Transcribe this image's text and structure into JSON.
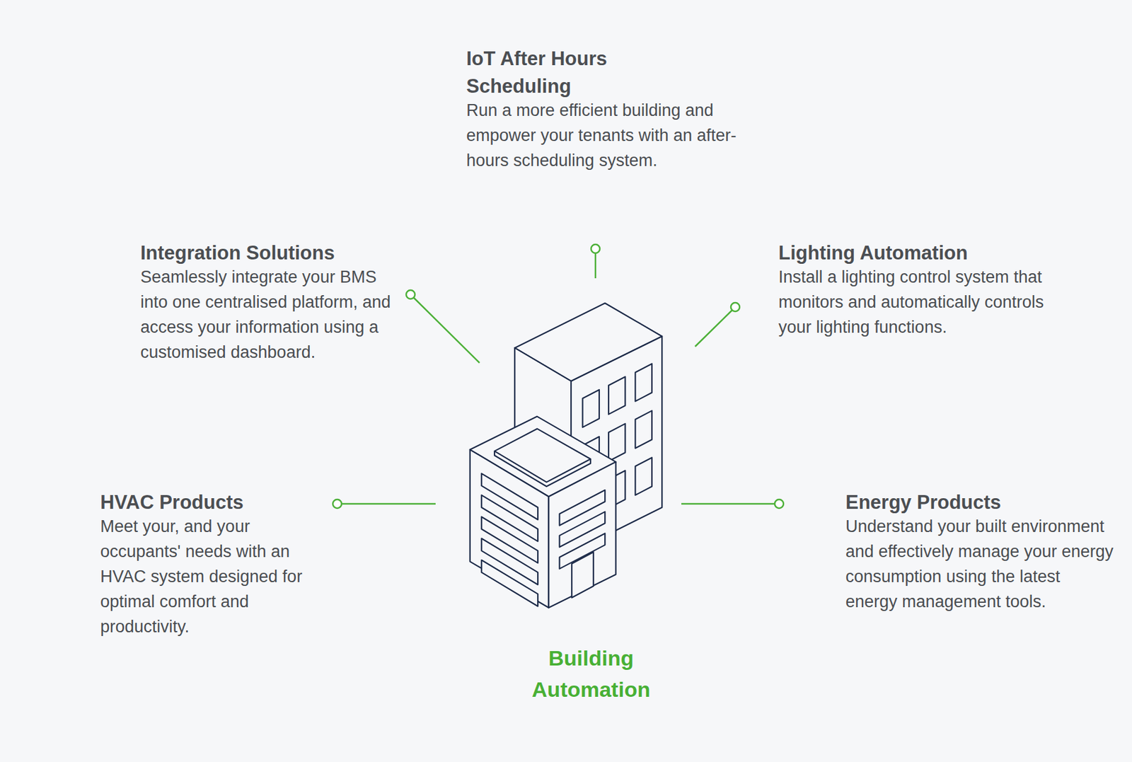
{
  "diagram": {
    "labels": [
      "IoT After Hours Scheduling",
      "Run a more efficient building and empower your tenants with an after-hours scheduling system.",
      "Integration Solutions",
      "Seamlessly integrate your BMS into one centralised platform, and access your information using a customised dashboard.",
      "Lighting Automation",
      "Install a lighting control system that monitors and automatically controls your lighting functions.",
      "HVAC Products",
      "Meet your, and your occupants' needs with an HVAC system designed for optimal comfort and productivity.",
      "Energy Products",
      "Understand your built environment and effectively manage your energy consumption using the latest energy management tools.",
      "Building Automation"
    ]
  }
}
